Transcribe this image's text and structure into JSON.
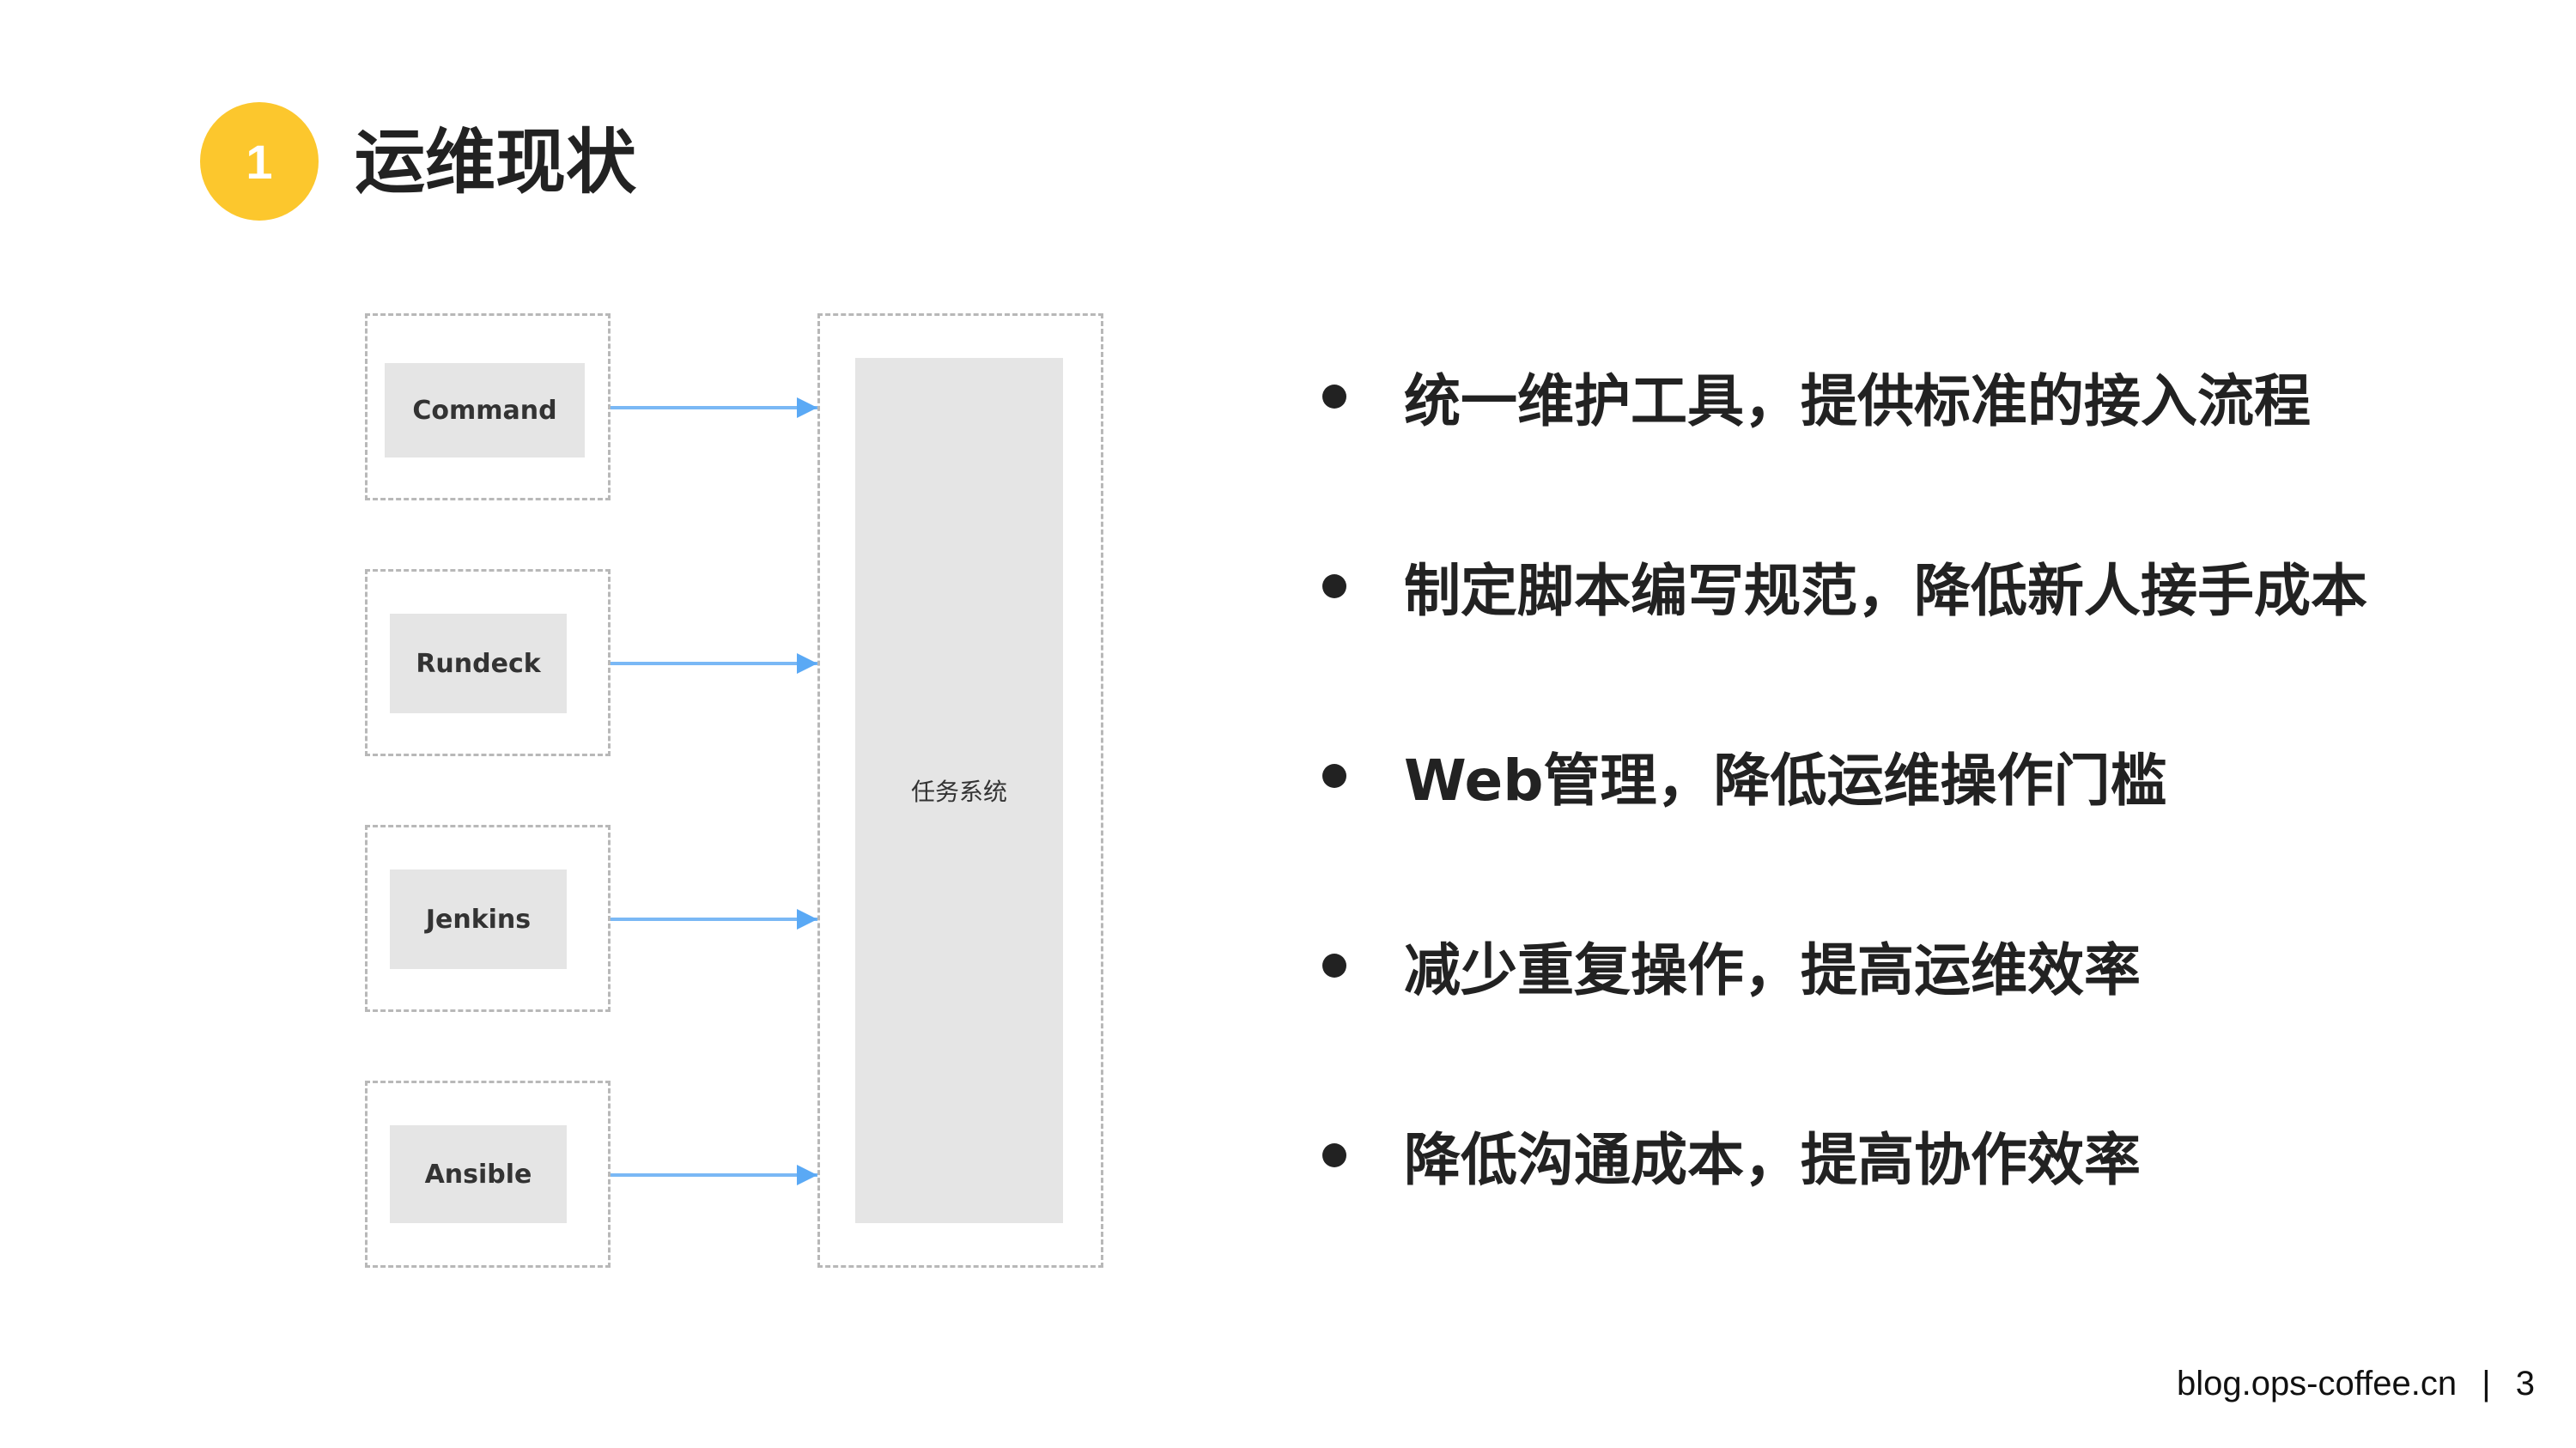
{
  "header": {
    "number": "1",
    "title": "运维现状",
    "badge_color": "#fcc72d"
  },
  "diagram": {
    "sources": [
      {
        "label": "Command"
      },
      {
        "label": "Rundeck"
      },
      {
        "label": "Jenkins"
      },
      {
        "label": "Ansible"
      }
    ],
    "target": {
      "label": "任务系统"
    },
    "arrow_color": "#7ab8f5"
  },
  "bullets": [
    "统一维护工具，提供标准的接入流程",
    "制定脚本编写规范，降低新人接手成本",
    "Web管理，降低运维操作门槛",
    "减少重复操作，提高运维效率",
    "降低沟通成本，提高协作效率"
  ],
  "footer": {
    "site": "blog.ops-coffee.cn",
    "separator": "|",
    "page": "3"
  }
}
